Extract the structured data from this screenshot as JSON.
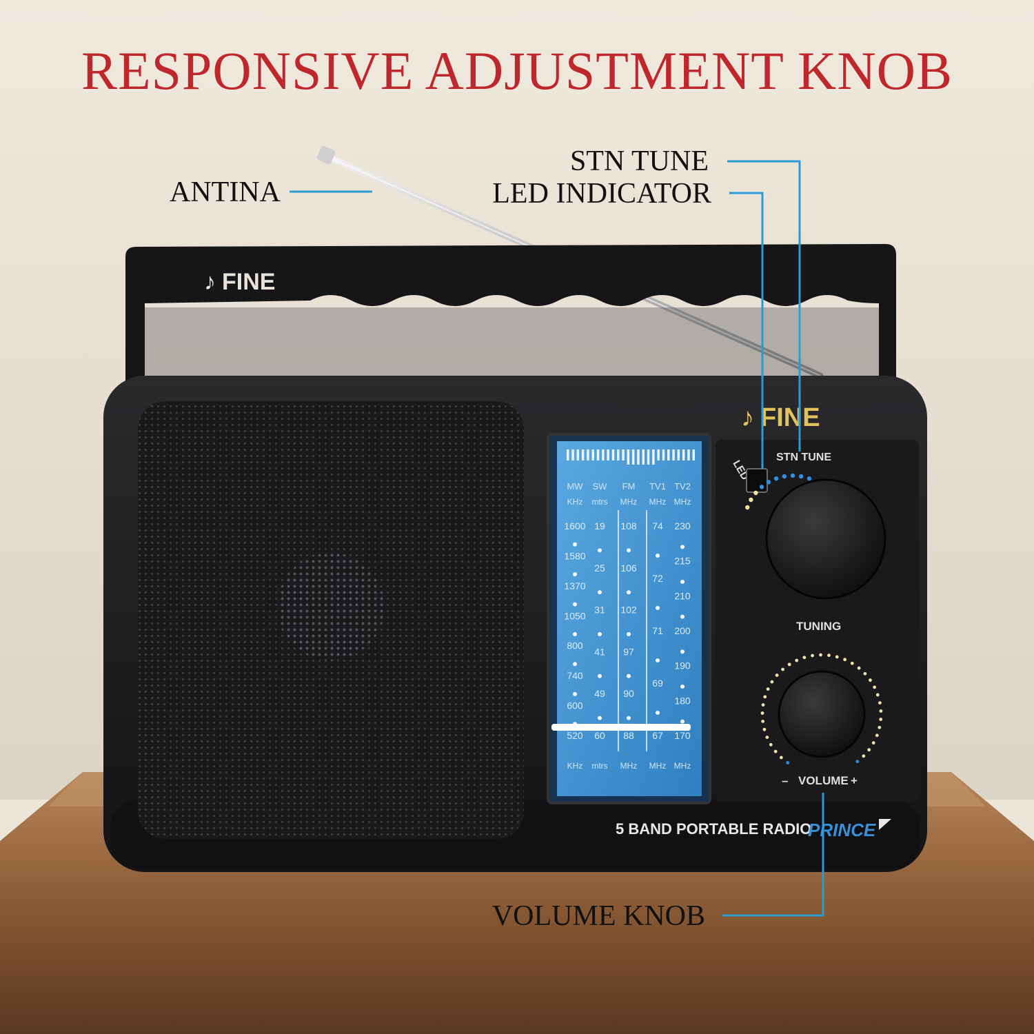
{
  "headline": "RESPONSIVE ADJUSTMENT KNOB",
  "callouts": {
    "antenna": "ANTINA",
    "station_tune": "STN TUNE",
    "led_indicator": "LED INDICATOR",
    "volume_knob": "VOLUME KNOB"
  },
  "radio": {
    "brand": "FINE",
    "model": "PRINCE",
    "band_label": "5 BAND PORTABLE RADIO",
    "led_label": "LED",
    "stn_tune_label": "STN TUNE",
    "tuning_label": "TUNING",
    "volume_label": "VOLUME",
    "volume_minus": "–",
    "volume_plus": "+",
    "dial": {
      "bands": [
        {
          "name": "MW",
          "unit_top": "KHz",
          "unit_bottom": "KHz",
          "marks": [
            "1600",
            "1580",
            "1370",
            "1050",
            "800",
            "740",
            "600",
            "520"
          ]
        },
        {
          "name": "SW",
          "unit_top": "mtrs",
          "unit_bottom": "mtrs",
          "marks": [
            "19",
            "25",
            "31",
            "41",
            "49",
            "60"
          ]
        },
        {
          "name": "FM",
          "unit_top": "MHz",
          "unit_bottom": "MHz",
          "marks": [
            "108",
            "106",
            "102",
            "97",
            "90",
            "88"
          ]
        },
        {
          "name": "TV1",
          "unit_top": "MHz",
          "unit_bottom": "MHz",
          "marks": [
            "74",
            "72",
            "71",
            "69",
            "67"
          ]
        },
        {
          "name": "TV2",
          "unit_top": "MHz",
          "unit_bottom": "MHz",
          "marks": [
            "230",
            "215",
            "210",
            "200",
            "190",
            "180",
            "170"
          ]
        }
      ]
    }
  },
  "colors": {
    "headline": "#c0272d",
    "leader_line": "#2a9bd6",
    "dial_face": "#3a8fd0",
    "radio_body": "#1c1c1e"
  }
}
